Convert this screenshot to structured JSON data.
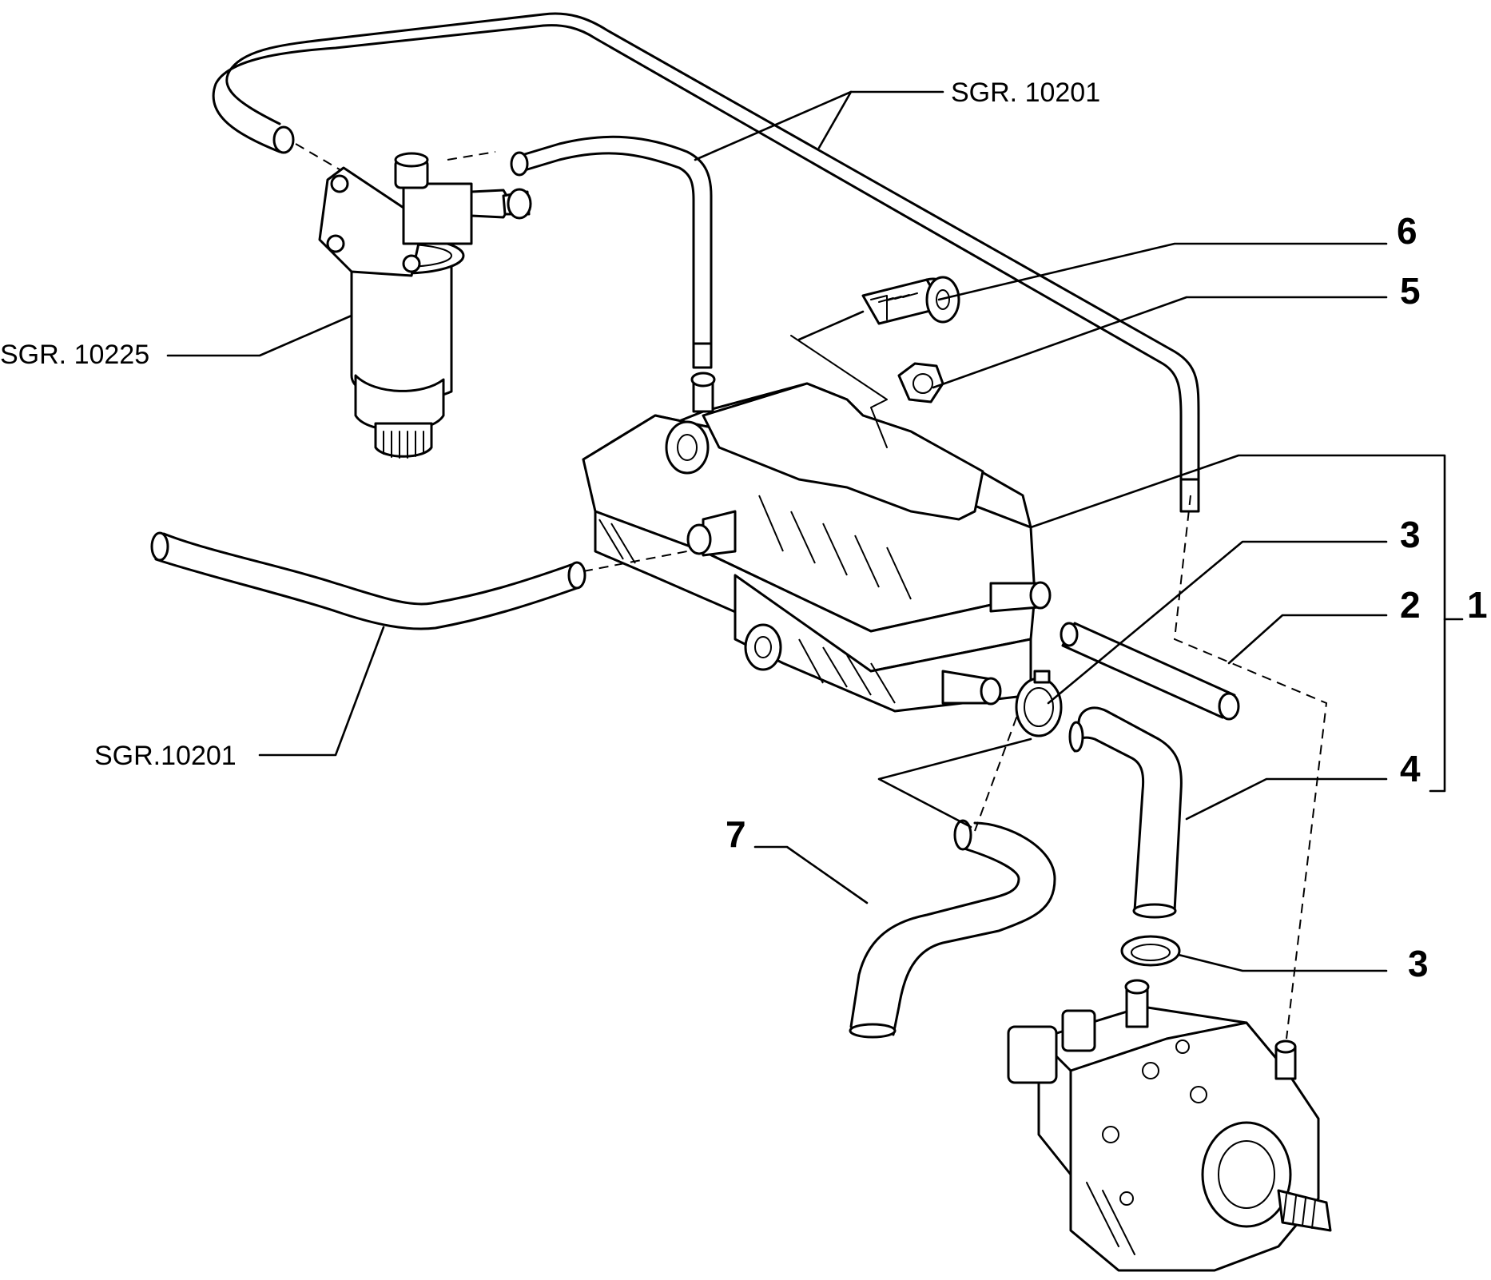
{
  "colors": {
    "ink": "#000000",
    "paper": "#ffffff"
  },
  "labels": {
    "sgr_top": "SGR. 10201",
    "sgr_filter": "SGR. 10225",
    "sgr_bottom": "SGR.10201",
    "part_6": "6",
    "part_5": "5",
    "part_3_upper": "3",
    "part_2": "2",
    "part_1": "1",
    "part_4": "4",
    "part_7": "7",
    "part_3_lower": "3"
  }
}
